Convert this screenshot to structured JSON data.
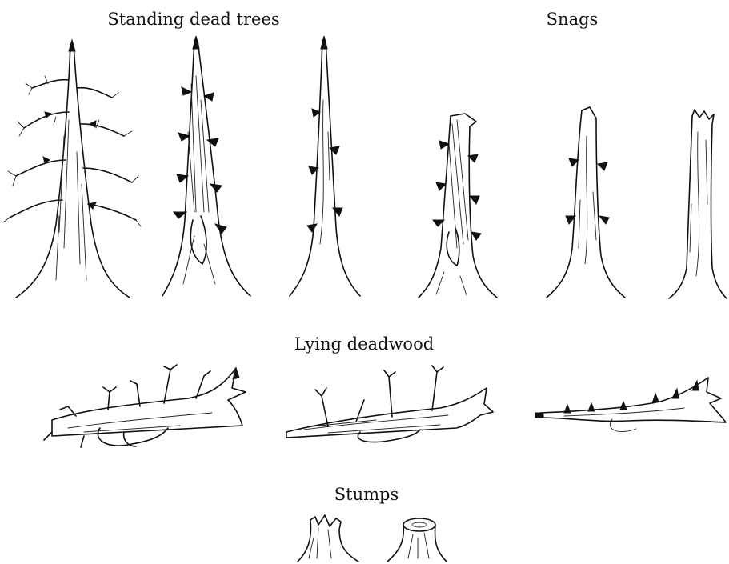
{
  "labels": {
    "standing": "Standing dead trees",
    "snags": "Snags",
    "lying": "Lying deadwood",
    "stumps": "Stumps"
  },
  "colors": {
    "ink": "#111111",
    "background": "#ffffff"
  },
  "categories": [
    {
      "name": "Standing dead trees",
      "figures": 2
    },
    {
      "name": "Snags",
      "figures": 4
    },
    {
      "name": "Lying deadwood",
      "figures": 3
    },
    {
      "name": "Stumps",
      "figures": 2
    }
  ]
}
